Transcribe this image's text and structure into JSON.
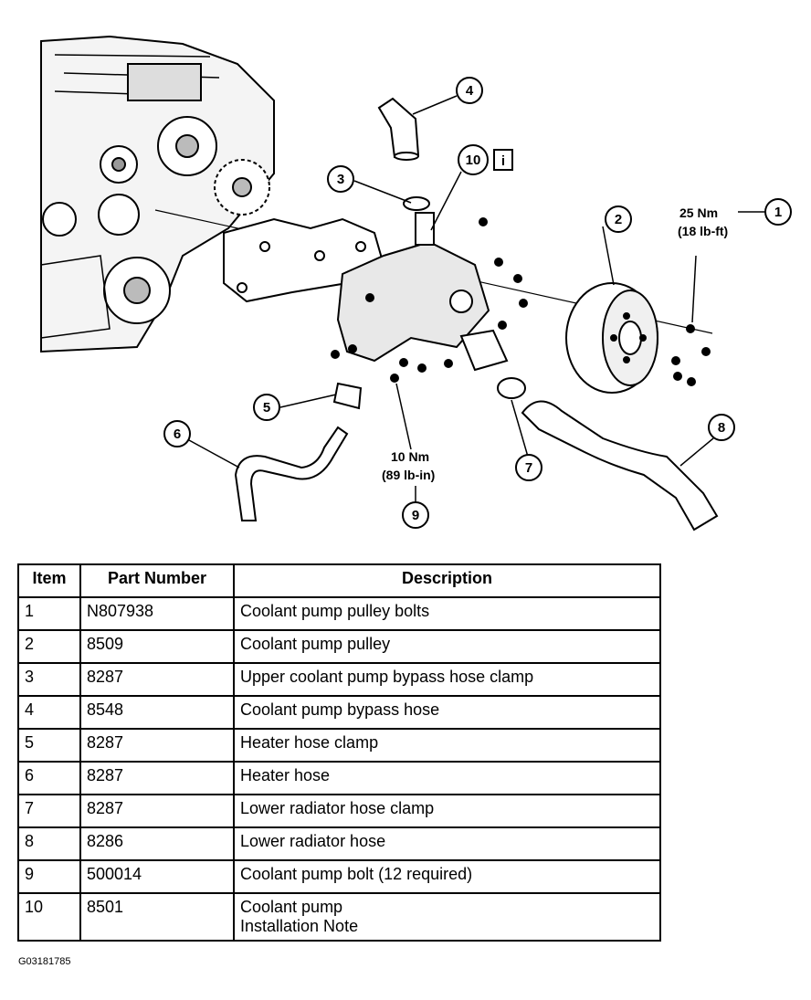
{
  "callouts": {
    "c1": "1",
    "c2": "2",
    "c3": "3",
    "c4": "4",
    "c5": "5",
    "c6": "6",
    "c7": "7",
    "c8": "8",
    "c9": "9",
    "c10": "10",
    "info_icon": "i"
  },
  "torque": {
    "pulley_bolts_nm": "25 Nm",
    "pulley_bolts_lbft": "(18 lb-ft)",
    "pump_bolts_nm": "10 Nm",
    "pump_bolts_lbin": "(89 lb-in)"
  },
  "table": {
    "headers": [
      "Item",
      "Part Number",
      "Description"
    ],
    "rows": [
      {
        "item": "1",
        "part": "N807938",
        "desc": "Coolant pump pulley bolts"
      },
      {
        "item": "2",
        "part": "8509",
        "desc": "Coolant pump pulley"
      },
      {
        "item": "3",
        "part": "8287",
        "desc": "Upper coolant pump bypass hose clamp"
      },
      {
        "item": "4",
        "part": "8548",
        "desc": "Coolant pump bypass hose"
      },
      {
        "item": "5",
        "part": "8287",
        "desc": "Heater hose clamp"
      },
      {
        "item": "6",
        "part": "8287",
        "desc": "Heater hose"
      },
      {
        "item": "7",
        "part": "8287",
        "desc": "Lower radiator hose clamp"
      },
      {
        "item": "8",
        "part": "8286",
        "desc": "Lower radiator hose"
      },
      {
        "item": "9",
        "part": "500014",
        "desc": "Coolant pump bolt (12 required)"
      },
      {
        "item": "10",
        "part": "8501",
        "desc": "Coolant pump",
        "desc2": "Installation Note"
      }
    ]
  },
  "figure_id": "G03181785"
}
